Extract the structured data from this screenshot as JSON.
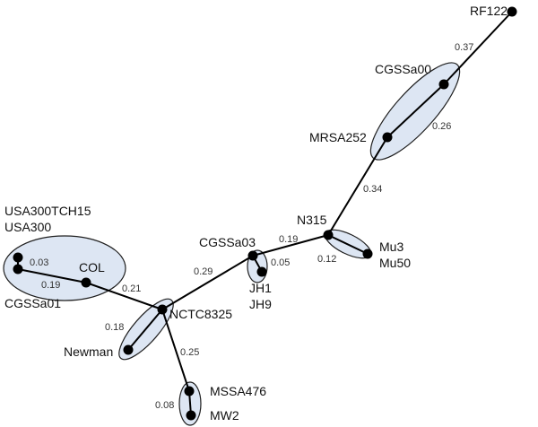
{
  "diagram": {
    "nodes": {
      "rf122": "RF122",
      "cgssa00": "CGSSa00",
      "mrsa252": "MRSA252",
      "n315": "N315",
      "mu3": "Mu3",
      "mu50": "Mu50",
      "cgssa03": "CGSSa03",
      "jh1": "JH1",
      "jh9": "JH9",
      "usa300tch15": "USA300TCH15",
      "usa300": "USA300",
      "col": "COL",
      "cgssa01": "CGSSa01",
      "nctc8325": "NCTC8325",
      "newman": "Newman",
      "mssa476": "MSSA476",
      "mw2": "MW2"
    },
    "edge_weights": {
      "rf122_cgssa00": "0.37",
      "cgssa00_mrsa252": "0.26",
      "mrsa252_n315": "0.34",
      "n315_cgssa03": "0.19",
      "n315_mu": "0.12",
      "cgssa03_jh": "0.05",
      "cgssa03_nctc": "0.29",
      "col_nctc": "0.21",
      "usa300_cgssa01": "0.03",
      "cgssa01_col": "0.19",
      "nctc_newman": "0.18",
      "nctc_mssa": "0.25",
      "mssa_mw2": "0.08"
    },
    "colors": {
      "edge": "#000000",
      "node": "#000000",
      "group_fill": "#dde6f3",
      "group_stroke": "#1f1f1f"
    }
  }
}
